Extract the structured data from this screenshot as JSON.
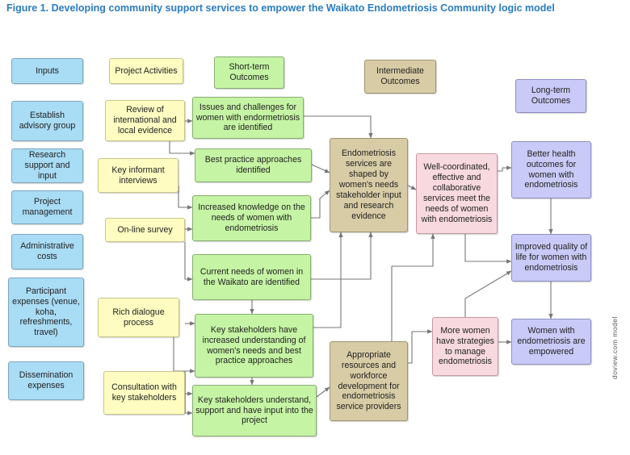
{
  "title": "Figure 1. Developing community support services to empower the Waikato Endometriosis Community logic model",
  "watermark": "doview.com model",
  "colors": {
    "inputs": "#a9dcf5",
    "activities": "#fefcc1",
    "short_term": "#c5f4a4",
    "intermediate": "#d8cca6",
    "pink": "#f7d9df",
    "long_term": "#c9caf7",
    "connector": "#777777"
  },
  "headers": {
    "inputs": "Inputs",
    "activities": "Project Activities",
    "short_term": "Short-term Outcomes",
    "intermediate": "Intermediate Outcomes",
    "long_term": "Long-term Outcomes"
  },
  "inputs": [
    "Establish advisory group",
    "Research support and input",
    "Project management",
    "Administrative costs",
    "Participant expenses (venue, koha, refreshments, travel)",
    "Dissemination expenses"
  ],
  "activities": {
    "review": "Review of international and local evidence",
    "interviews": "Key informant interviews",
    "survey": "On-line survey",
    "dialogue": "Rich dialogue process",
    "consultation": "Consultation with key stakeholders"
  },
  "short_term": {
    "issues": "Issues and challenges for women with endormetriosis are identified",
    "best_practice": "Best practice approaches identified",
    "knowledge": "Increased knowledge on the needs of women with endometriosis",
    "current_needs": "Current needs of  women in the Waikato are identified",
    "stakeholders_understanding": "Key stakeholders have increased understanding of women's needs and best practice approaches",
    "stakeholders_input": "Key stakeholders understand, support and have input into the project"
  },
  "intermediate": {
    "services_shaped": "Endometriosis services are shaped by women's needs stakeholder input and research evidence",
    "resources": "Appropriate resources and workforce development for endometriosis service providers"
  },
  "pink": {
    "coordinated": "Well-coordinated, effective and collaborative services meet the needs of women with endometriosis",
    "strategies": "More women have strategies to manage endometriosis"
  },
  "long_term": {
    "health": "Better health outcomes for women with endometriosis",
    "quality": "Improved quality of life for women with endometriosis",
    "empowered": "Women with endometriosis are empowered"
  }
}
